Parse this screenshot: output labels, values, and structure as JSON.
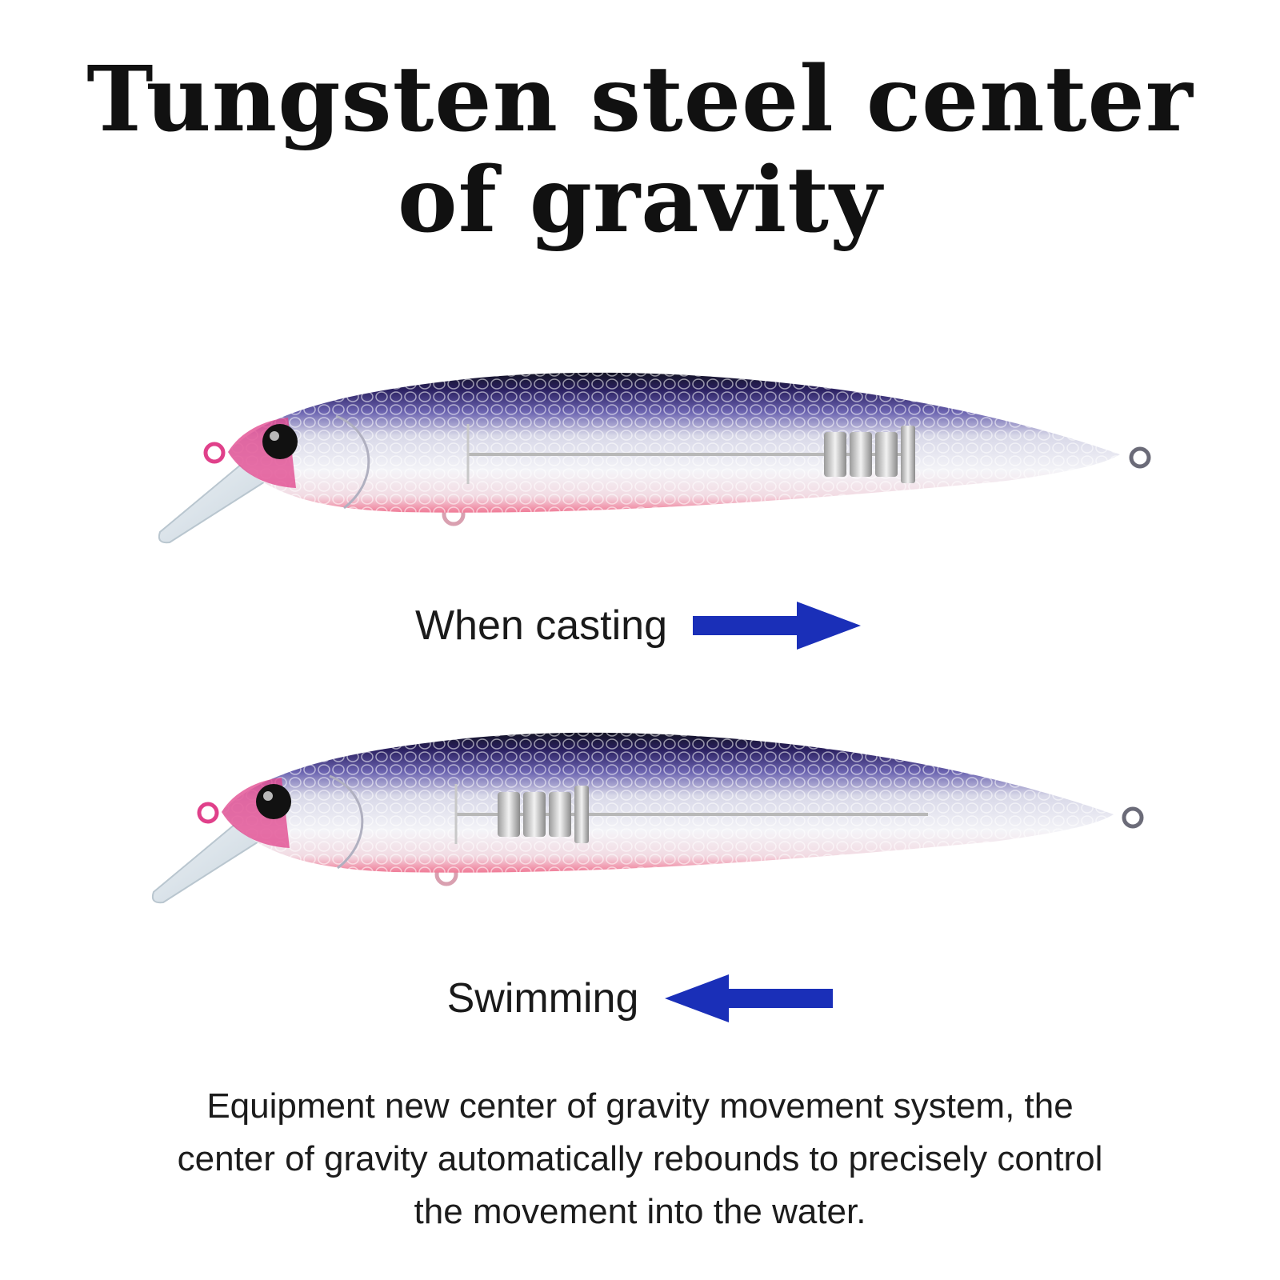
{
  "title": {
    "line1": "Tungsten steel center",
    "line2": "of gravity"
  },
  "casting": {
    "label": "When casting",
    "arrow_direction": "right",
    "weight_position": "tail"
  },
  "swimming": {
    "label": "Swimming",
    "arrow_direction": "left",
    "weight_position": "head"
  },
  "description": {
    "line1": "Equipment new center of gravity movement system, the",
    "line2": "center of gravity automatically rebounds to precisely control",
    "line3": "the movement into the water."
  },
  "colors": {
    "arrow": "#1a2fb8",
    "lure_back": "#2a2060",
    "lure_body": "#e9eaf2",
    "lure_belly": "#f07a96",
    "lure_head": "#e0408a"
  },
  "icons": {
    "arrow_right": "arrow-right-icon",
    "arrow_left": "arrow-left-icon"
  }
}
